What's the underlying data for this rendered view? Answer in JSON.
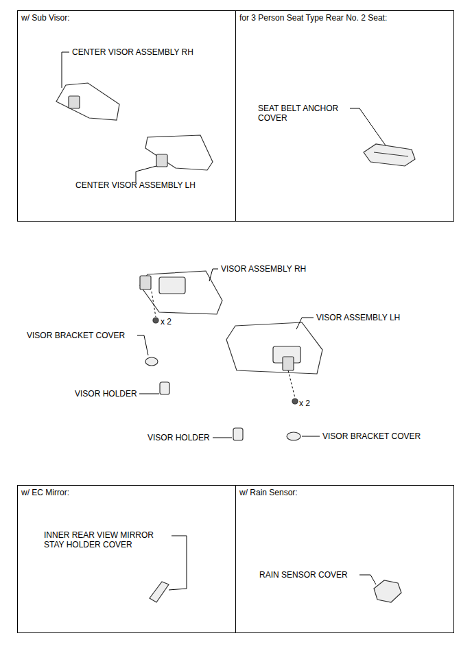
{
  "diagram": {
    "nodes": [
      {
        "text": [
          "w/ Sub Visor:"
        ]
      },
      {
        "text": [
          "for 3 Person Seat Type Rear No. 2 Seat:"
        ]
      },
      {
        "text": [
          "w/ EC Mirror:"
        ]
      },
      {
        "text": [
          "w/ Rain Sensor:"
        ]
      }
    ],
    "labels": [
      "CENTER VISOR ASSEMBLY RH",
      "CENTER VISOR ASSEMBLY LH",
      "SEAT BELT ANCHOR COVER",
      "VISOR ASSEMBLY RH",
      "x 2",
      "VISOR ASSEMBLY LH",
      "VISOR BRACKET COVER",
      "VISOR HOLDER",
      "x 2",
      "VISOR HOLDER",
      "VISOR BRACKET COVER",
      "INNER REAR VIEW MIRROR STAY HOLDER COVER",
      "RAIN SENSOR COVER"
    ]
  }
}
